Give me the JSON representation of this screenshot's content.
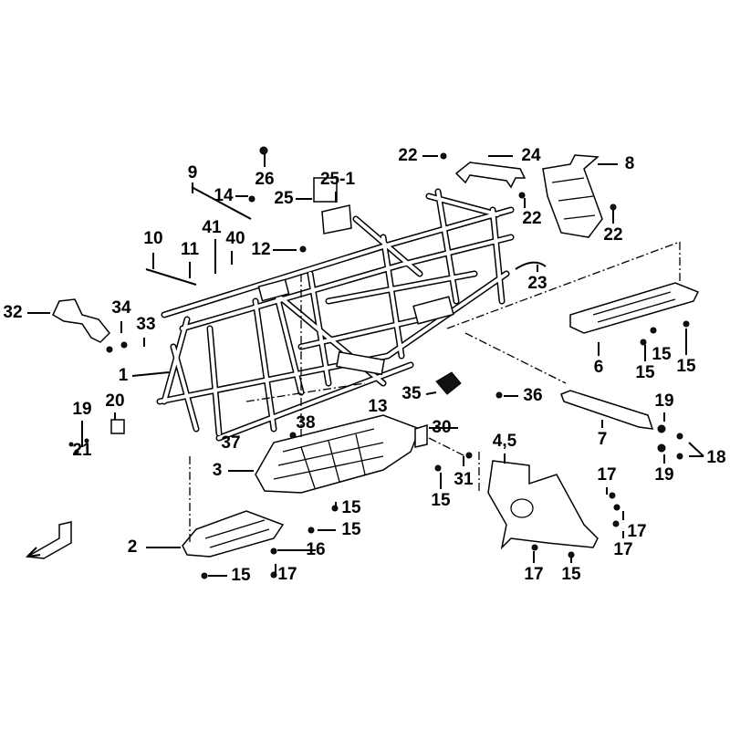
{
  "diagram": {
    "labels": [
      "22",
      "24",
      "8",
      "9",
      "26",
      "25-1",
      "14",
      "25",
      "22",
      "22",
      "41",
      "40",
      "10",
      "11",
      "12",
      "23",
      "32",
      "34",
      "33",
      "6",
      "15",
      "15",
      "15",
      "1",
      "35",
      "36",
      "13",
      "19",
      "20",
      "19",
      "38",
      "30",
      "7",
      "4,5",
      "37",
      "21",
      "18",
      "19",
      "3",
      "17",
      "31",
      "15",
      "15",
      "15",
      "17",
      "17",
      "2",
      "16",
      "15",
      "17",
      "17",
      "15"
    ],
    "front_arrow_icon": "direction-arrow-icon"
  }
}
